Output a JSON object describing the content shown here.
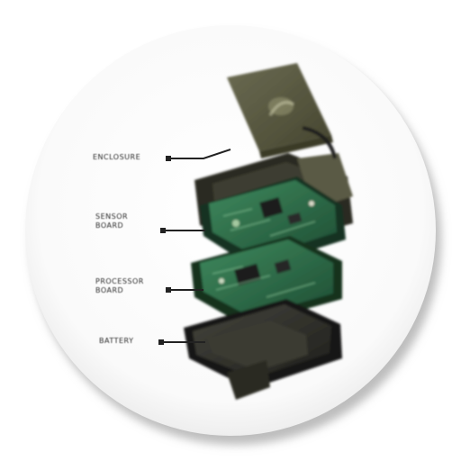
{
  "diagram": {
    "callouts": [
      {
        "label": "ENCLOSURE"
      },
      {
        "label": "SENSOR\nBOARD"
      },
      {
        "label": "PROCESSOR\nBOARD"
      },
      {
        "label": "BATTERY"
      }
    ]
  },
  "colors": {
    "background": "#ffffff",
    "disc": "#fbfbfb",
    "disc_shadow": "#c8c8c8",
    "enclosure": "#5a5a44",
    "board": "#2f6a4a",
    "board_dark": "#1f3a2c",
    "battery": "#2e2e2a",
    "callout_line": "#222222"
  }
}
